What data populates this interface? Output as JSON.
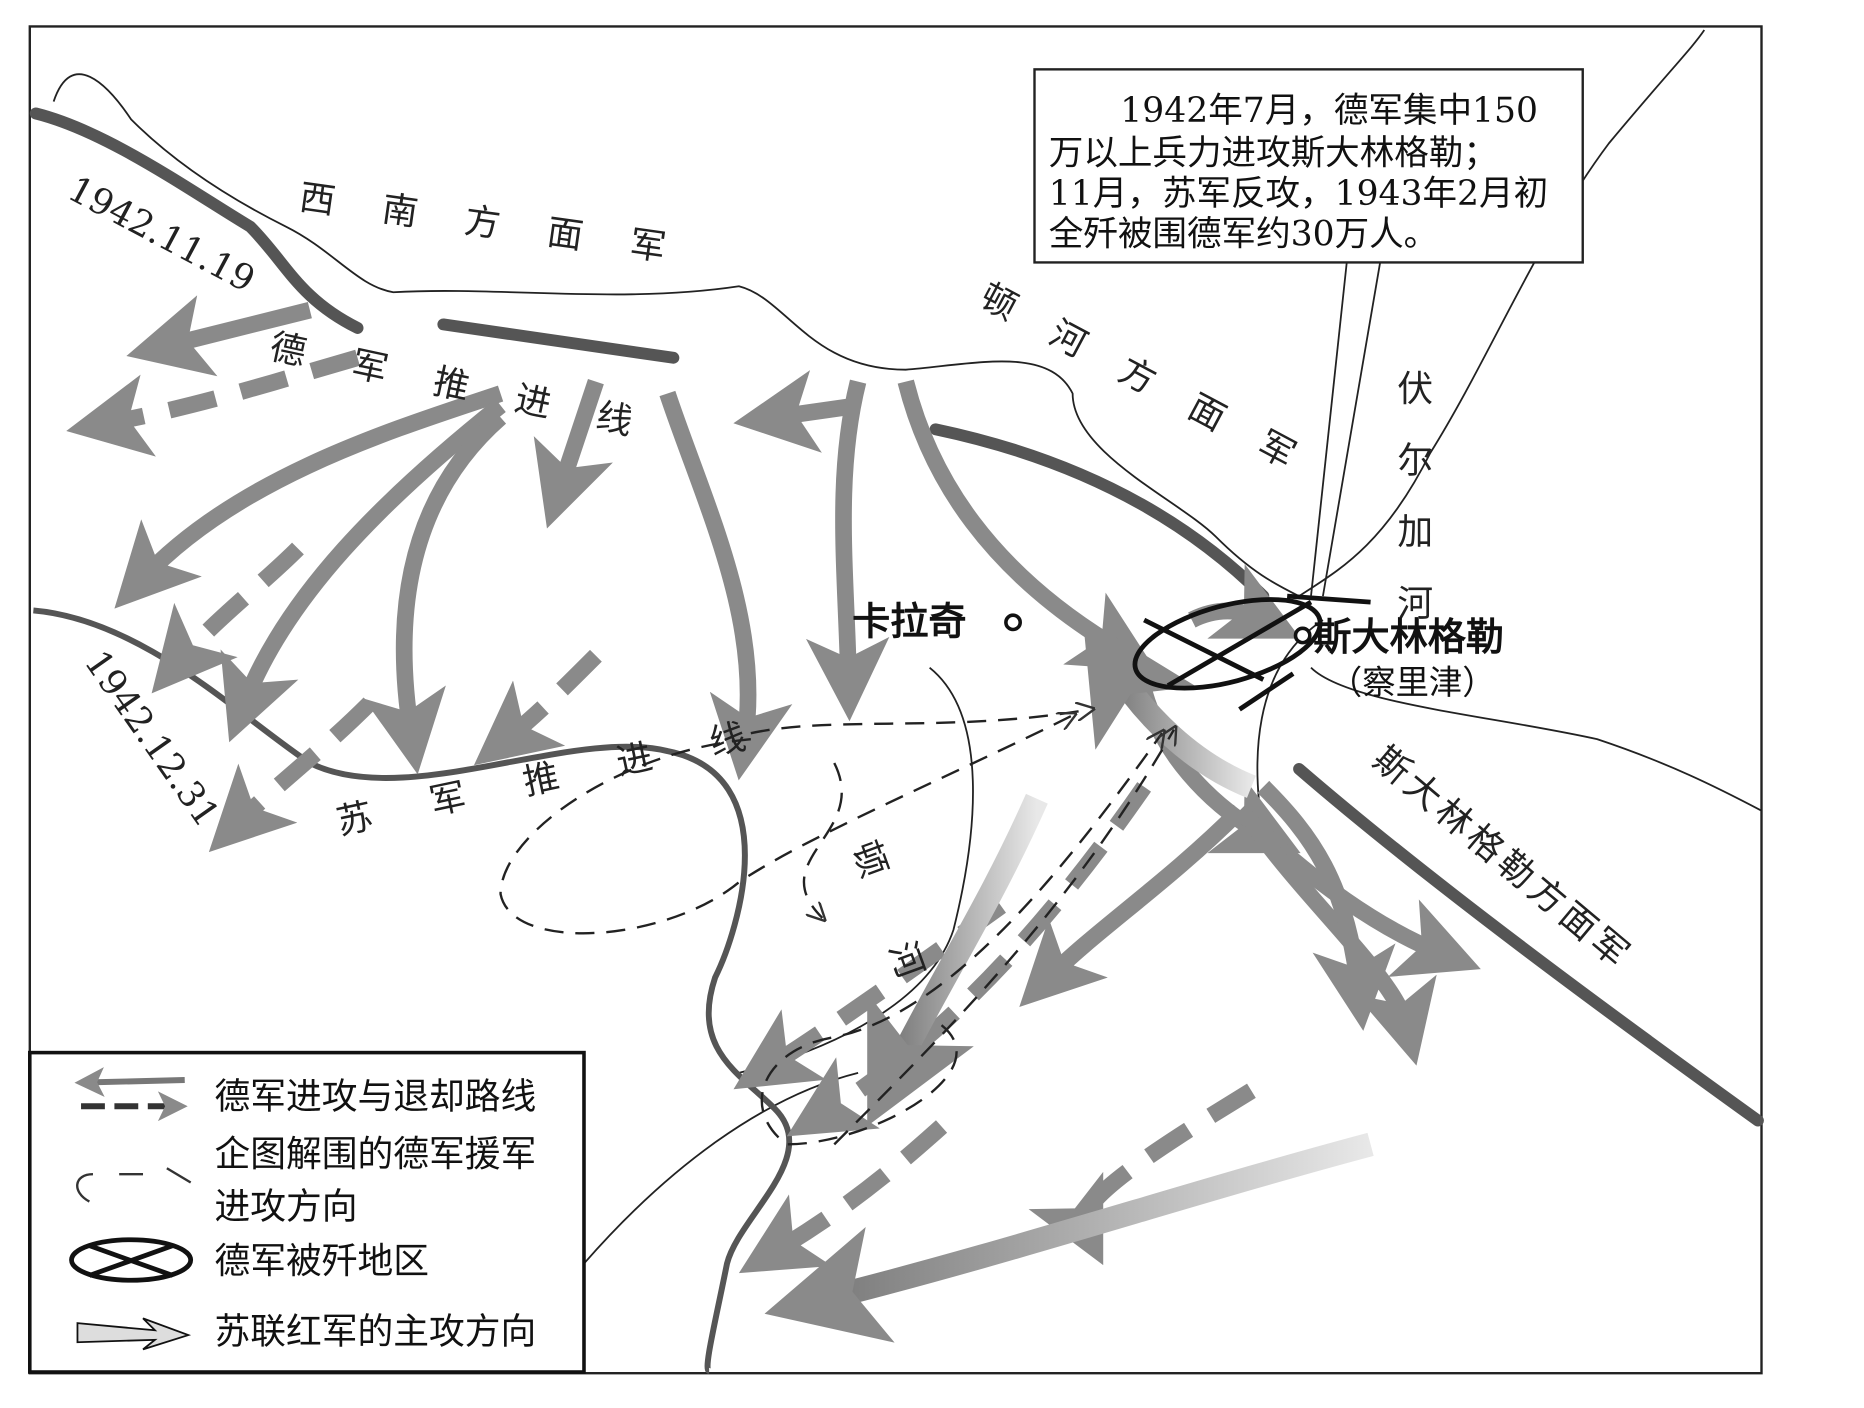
{
  "note": {
    "lines": [
      "1942年7月，德军集中150",
      "万以上兵力进攻斯大林格勒；",
      "11月，苏军反攻，1943年2月初",
      "全歼被围德军约30万人。"
    ]
  },
  "fronts": {
    "southwest": "西南方面军",
    "don": "顿河方面军",
    "stalingrad": "斯大林格勒方面军"
  },
  "lines": {
    "german_advance": "德军推进线",
    "soviet_advance": "苏军推进线",
    "date_1": "1942.11.19",
    "date_2": "1942.12.31"
  },
  "rivers": {
    "volga": "伏尔加河",
    "don": "顿河"
  },
  "cities": {
    "kalach": "卡拉奇",
    "stalingrad": "斯大林格勒",
    "stalingrad_old": "（察里津）"
  },
  "legend": {
    "items": [
      {
        "icon": "german-attack-retreat-arrows",
        "label": "德军进攻与退却路线"
      },
      {
        "icon": "relief-dashed-arrow",
        "label": "企图解围的德军援军",
        "label2": "进攻方向"
      },
      {
        "icon": "encircled-x-ellipse",
        "label": "德军被歼地区"
      },
      {
        "icon": "soviet-main-arrow",
        "label": "苏联红军的主攻方向"
      }
    ]
  },
  "colors": {
    "arrow_gray": "#8a8a8a",
    "line_dark": "#555555",
    "ink": "#111111"
  }
}
